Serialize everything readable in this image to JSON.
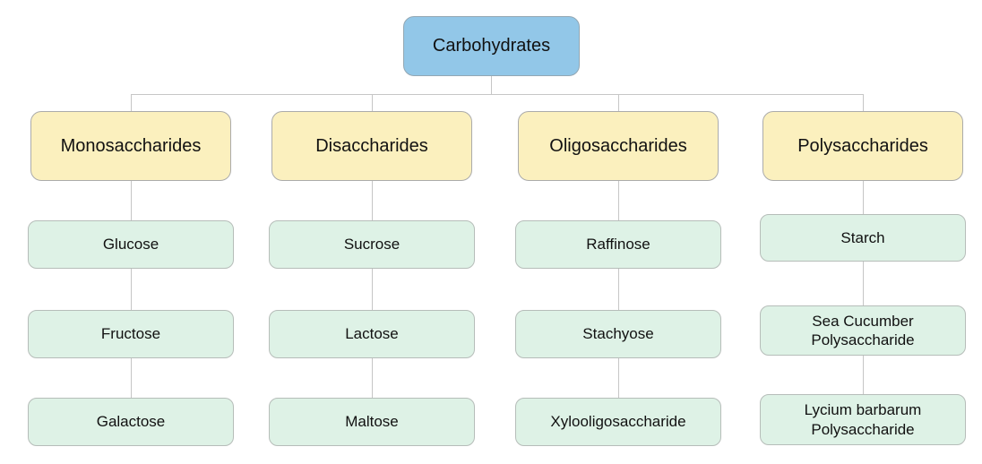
{
  "diagram": {
    "title_hint": "Carbohydrate classification flowchart",
    "root": {
      "label": "Carbohydrates"
    },
    "columns": [
      {
        "category": "Monosaccharides",
        "items": [
          "Glucose",
          "Fructose",
          "Galactose"
        ]
      },
      {
        "category": "Disaccharides",
        "items": [
          "Sucrose",
          "Lactose",
          "Maltose"
        ]
      },
      {
        "category": "Oligosaccharides",
        "items": [
          "Raffinose",
          "Stachyose",
          "Xylooligosaccharide"
        ]
      },
      {
        "category": "Polysaccharides",
        "items": [
          "Starch",
          "Sea Cucumber Polysaccharide",
          "Lycium barbarum Polysaccharide"
        ]
      }
    ],
    "colors": {
      "root_fill": "#92C7E8",
      "root_border": "#93A7B3",
      "category_fill": "#FBF0BE",
      "category_border": "#ABABAB",
      "item_fill": "#DEF2E6",
      "item_border": "#B6BDB9",
      "connector": "#C6C6C6",
      "text": "#111111",
      "background": "#FFFFFF"
    }
  }
}
